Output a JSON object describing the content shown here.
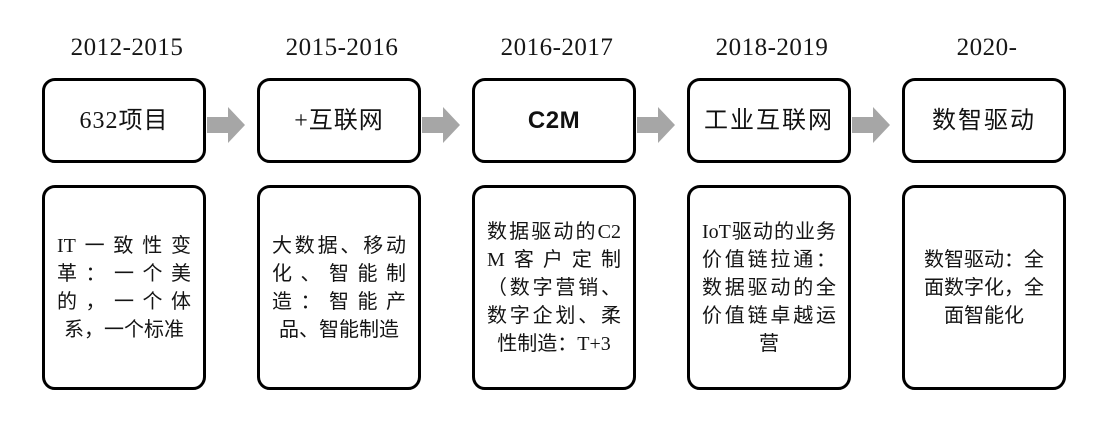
{
  "diagram": {
    "type": "timeline-process-flow",
    "arrow_color": "#a6a6a6",
    "box_border_color": "#000000",
    "background_color": "#ffffff",
    "stages": [
      {
        "year": "2012-2015",
        "title": "632项目",
        "description": "IT一致性变革：一个美的，一个体系，一个标准"
      },
      {
        "year": "2015-2016",
        "title": "+互联网",
        "description": "大数据、移动化、智能制造：智能产品、智能制造"
      },
      {
        "year": "2016-2017",
        "title": "C2M",
        "description": "数据驱动的C2M客户定制（数字营销、数字企划、柔性制造：T+3"
      },
      {
        "year": "2018-2019",
        "title": "工业互联网",
        "description": "IoT驱动的业务价值链拉通：数据驱动的全价值链卓越运营"
      },
      {
        "year": "2020-",
        "title": "数智驱动",
        "description": "数智驱动：全面数字化，全面智能化"
      }
    ],
    "arrows": [
      {
        "name": "arrow-stage-1-to-2"
      },
      {
        "name": "arrow-stage-2-to-3"
      },
      {
        "name": "arrow-stage-3-to-4"
      },
      {
        "name": "arrow-stage-4-to-5"
      }
    ]
  }
}
